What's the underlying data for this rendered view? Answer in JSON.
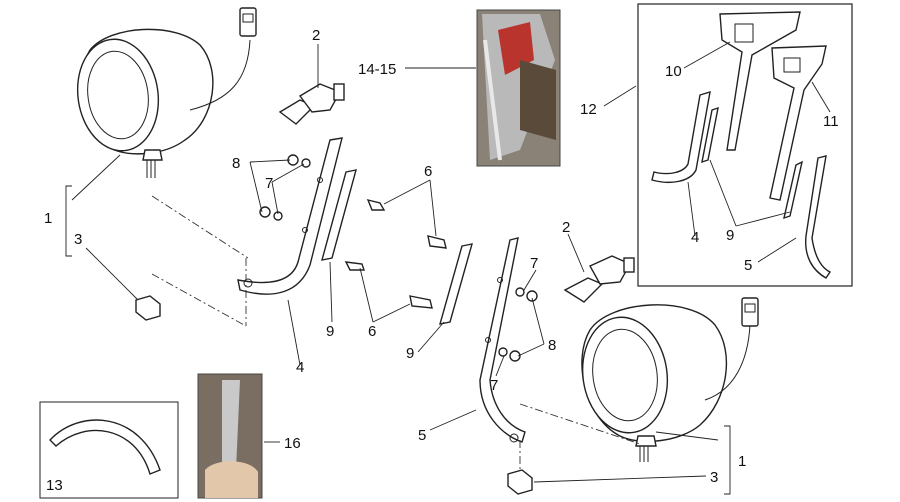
{
  "callouts": {
    "c1a": "1",
    "c1b": "1",
    "c2a": "2",
    "c2b": "2",
    "c3a": "3",
    "c3b": "3",
    "c4a": "4",
    "c4b": "4",
    "c5a": "5",
    "c5b": "5",
    "c6a": "6",
    "c6b": "6",
    "c7a": "7",
    "c7b": "7",
    "c7c": "7",
    "c8a": "8",
    "c8b": "8",
    "c9a": "9",
    "c9b": "9",
    "c9c": "9",
    "c10": "10",
    "c11": "11",
    "c12": "12",
    "c13": "13",
    "c1415": "14-15",
    "c16": "16"
  },
  "colors": {
    "line": "#222222",
    "photo_chrome": "#b9b9b9",
    "photo_dark": "#5a4a3a",
    "photo_red": "#b8342c"
  }
}
